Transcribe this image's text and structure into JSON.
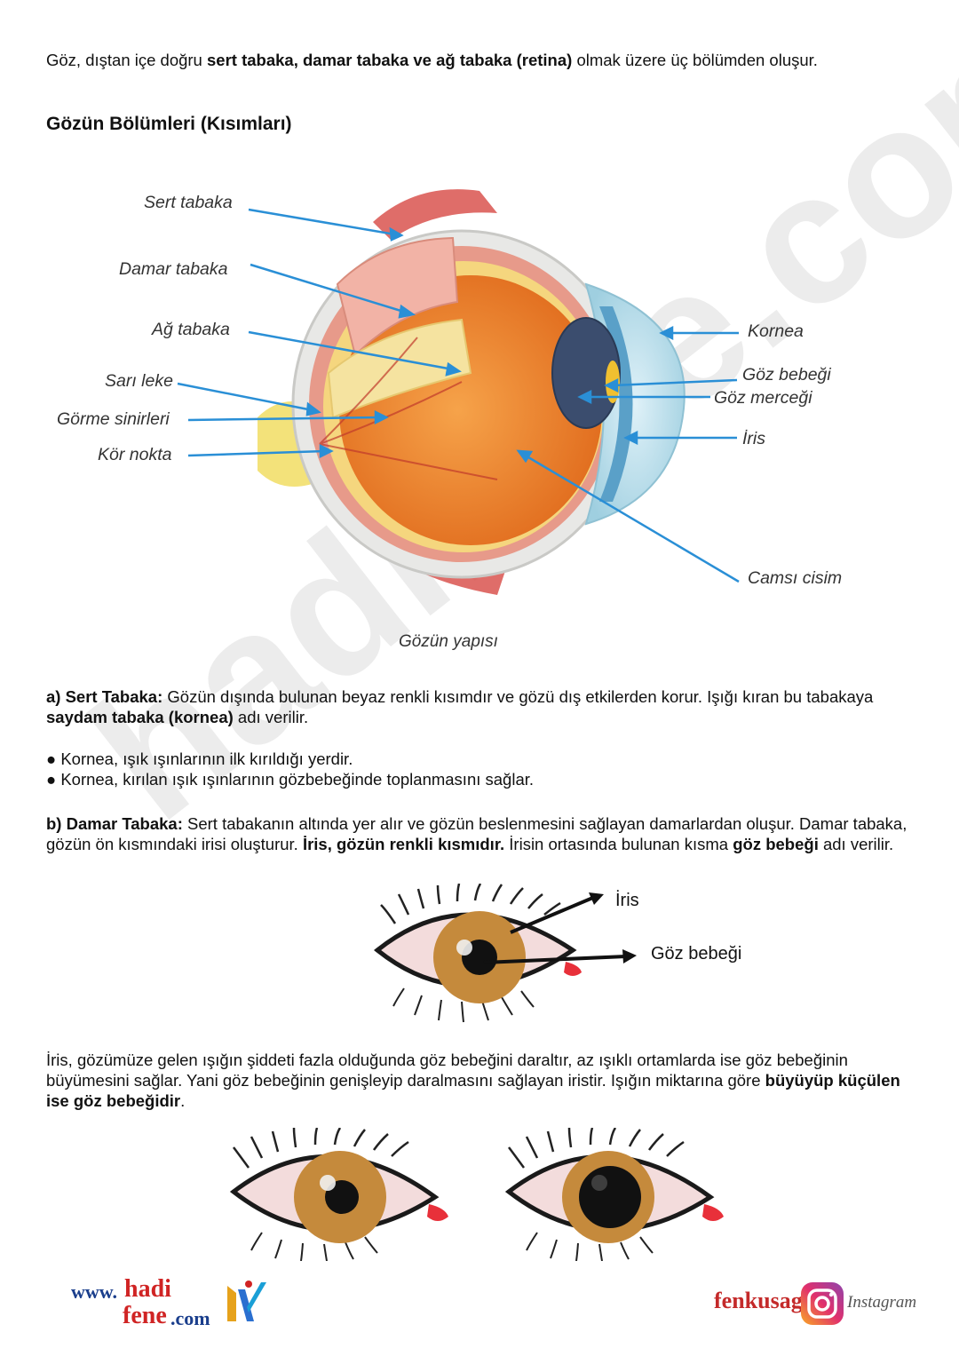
{
  "intro": {
    "text1": "Göz, dıştan içe doğru ",
    "bold1": "sert tabaka, damar tabaka ve ağ tabaka (retina)",
    "text2": " olmak üzere üç bölümden oluşur."
  },
  "heading": "Gözün Bölümleri (Kısımları)",
  "diagram": {
    "labels": {
      "sert": "Sert tabaka",
      "damar": "Damar tabaka",
      "ag": "Ağ tabaka",
      "sari": "Sarı leke",
      "gorme": "Görme sinirleri",
      "kor": "Kör nokta",
      "kornea": "Kornea",
      "gozbebegi": "Göz bebeği",
      "mercek": "Göz merceği",
      "iris": "İris",
      "camsi": "Camsı cisim"
    },
    "caption": "Gözün yapısı"
  },
  "section_a": {
    "label": "a) Sert Tabaka:",
    "text1": " Gözün dışında bulunan beyaz renkli kısımdır ve gözü dış etkilerden korur. Işığı kıran bu tabakaya ",
    "bold1": "saydam tabaka (kornea)",
    "text2": " adı verilir."
  },
  "bullets": [
    "● Kornea, ışık ışınlarının ilk kırıldığı yerdir.",
    "● Kornea, kırılan ışık ışınlarının gözbebeğinde toplanmasını sağlar."
  ],
  "section_b": {
    "label": "b) Damar Tabaka:",
    "text1": " Sert tabakanın altında yer alır ve gözün beslenmesini sağlayan damarlardan oluşur. Damar tabaka, gözün ön kısmındaki irisi oluşturur. ",
    "bold1": "İris, gözün renkli kısmıdır.",
    "text2": " İrisin ortasında bulunan kısma ",
    "bold2": "göz bebeği",
    "text3": " adı verilir."
  },
  "eye_labels": {
    "iris": "İris",
    "gozbebegi": "Göz bebeği"
  },
  "iris_para": {
    "text1": "İris, gözümüze gelen ışığın şiddeti fazla olduğunda göz bebeğini daraltır, az ışıklı ortamlarda ise göz bebeğinin büyümesini sağlar. Yani göz bebeğinin genişleyip daralmasını sağlayan iristir. Işığın miktarına göre ",
    "bold1": "büyüyüp küçülen ise göz bebeğidir",
    "text2": "."
  },
  "footer": {
    "www": "www.",
    "hadi": "hadi",
    "fene": "fene",
    "com": ".com",
    "brand": "fenkusagi",
    "instagram": "Instagram"
  },
  "watermark": "hadifene.com",
  "colors": {
    "iris": "#c58a3c",
    "pupil": "#111111",
    "arrow": "#2a8fd6",
    "caruncle": "#e8303a"
  }
}
